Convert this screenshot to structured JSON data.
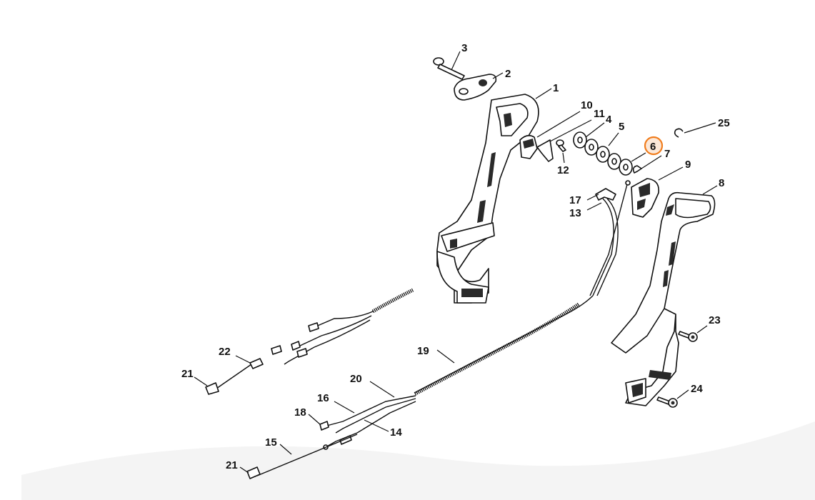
{
  "highlight_color": "#f07d1e",
  "callouts": {
    "c1": "1",
    "c2": "2",
    "c3": "3",
    "c4": "4",
    "c5": "5",
    "c6": "6",
    "c7": "7",
    "c8": "8",
    "c9": "9",
    "c10": "10",
    "c11": "11",
    "c12": "12",
    "c13": "13",
    "c14": "14",
    "c15": "15",
    "c16": "16",
    "c17": "17",
    "c18": "18",
    "c19": "19",
    "c20": "20",
    "c21a": "21",
    "c21b": "21",
    "c22": "22",
    "c23": "23",
    "c24": "24",
    "c25": "25"
  },
  "highlighted_part": "6"
}
